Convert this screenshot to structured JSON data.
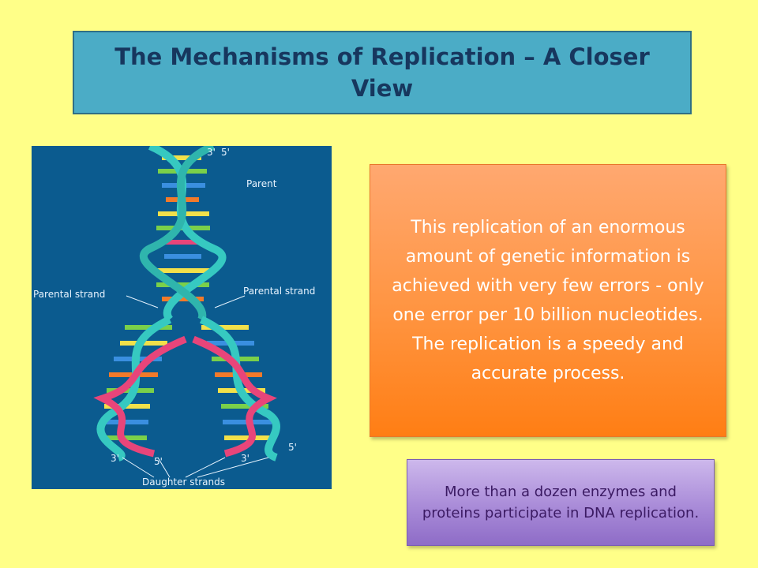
{
  "slide": {
    "title": "The Mechanisms of Replication – A Closer View",
    "main_text": "This replication of an enormous amount of genetic information is achieved with very few errors - only one error per 10 billion nucleotides.  The replication is a speedy and accurate process.",
    "secondary_text": "More than a dozen enzymes and proteins participate in DNA replication."
  },
  "diagram": {
    "labels": {
      "parent": "Parent",
      "parental_strand_left": "Parental strand",
      "parental_strand_right": "Parental strand",
      "daughter_strands": "Daughter strands",
      "end_3_top": "3'",
      "end_5_top": "5'",
      "end_3_left": "3'",
      "end_5_left": "5'",
      "end_3_right": "3'",
      "end_5_right": "5'"
    }
  },
  "colors": {
    "background": "#ffff88",
    "title_fill": "#4bacc6",
    "title_text": "#17375e",
    "info_fill": "#ff9440",
    "enzyme_fill": "#a98bd8",
    "diagram_bg": "#0b5b8f",
    "parent_strand": "#36c9c1",
    "daughter_strand": "#e8457a"
  }
}
